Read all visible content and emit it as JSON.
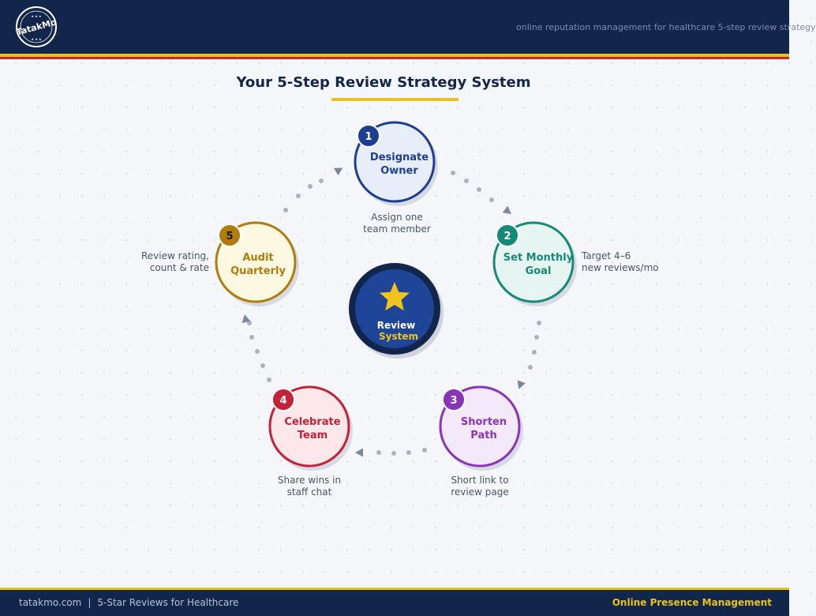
{
  "header": {
    "logo_text": "TatakMo",
    "tagline": "online reputation management for healthcare 5-step review strategy"
  },
  "title": "Your 5-Step Review Strategy System",
  "center": {
    "line1": "Review",
    "line2": "System",
    "icon": "star-icon"
  },
  "steps": [
    {
      "number": "1",
      "line1": "Designate",
      "line2": "Owner",
      "note1": "Assign one",
      "note2": "team member",
      "color": "#1e3f91",
      "fill": "#e8eef9"
    },
    {
      "number": "2",
      "line1": "Set Monthly",
      "line2": "Goal",
      "note1": "Target 4–6",
      "note2": "new reviews/mo",
      "color": "#178a76",
      "fill": "#e6f5f1"
    },
    {
      "number": "3",
      "line1": "Shorten",
      "line2": "Path",
      "note1": "Short link to",
      "note2": "review page",
      "color": "#8a35b8",
      "fill": "#f4e8fb"
    },
    {
      "number": "4",
      "line1": "Celebrate",
      "line2": "Team",
      "note1": "Share wins in",
      "note2": "staff chat",
      "color": "#c42236",
      "fill": "#fce8ea"
    },
    {
      "number": "5",
      "line1": "Audit",
      "line2": "Quarterly",
      "note1": "Review rating,",
      "note2": "count & rate",
      "color": "#b07d0c",
      "fill": "#fdf8e1"
    }
  ],
  "colors": {
    "navy": "#12254a",
    "gold": "#e8c31f",
    "red": "#c62828",
    "center_fill": "#1e4597",
    "dots": "#aab4bf",
    "arrow": "#7d8896"
  },
  "footer": {
    "site": "tatakmo.com",
    "separator": "|",
    "subtitle": "5-Star Reviews for Healthcare",
    "right": "Online Presence Management"
  }
}
